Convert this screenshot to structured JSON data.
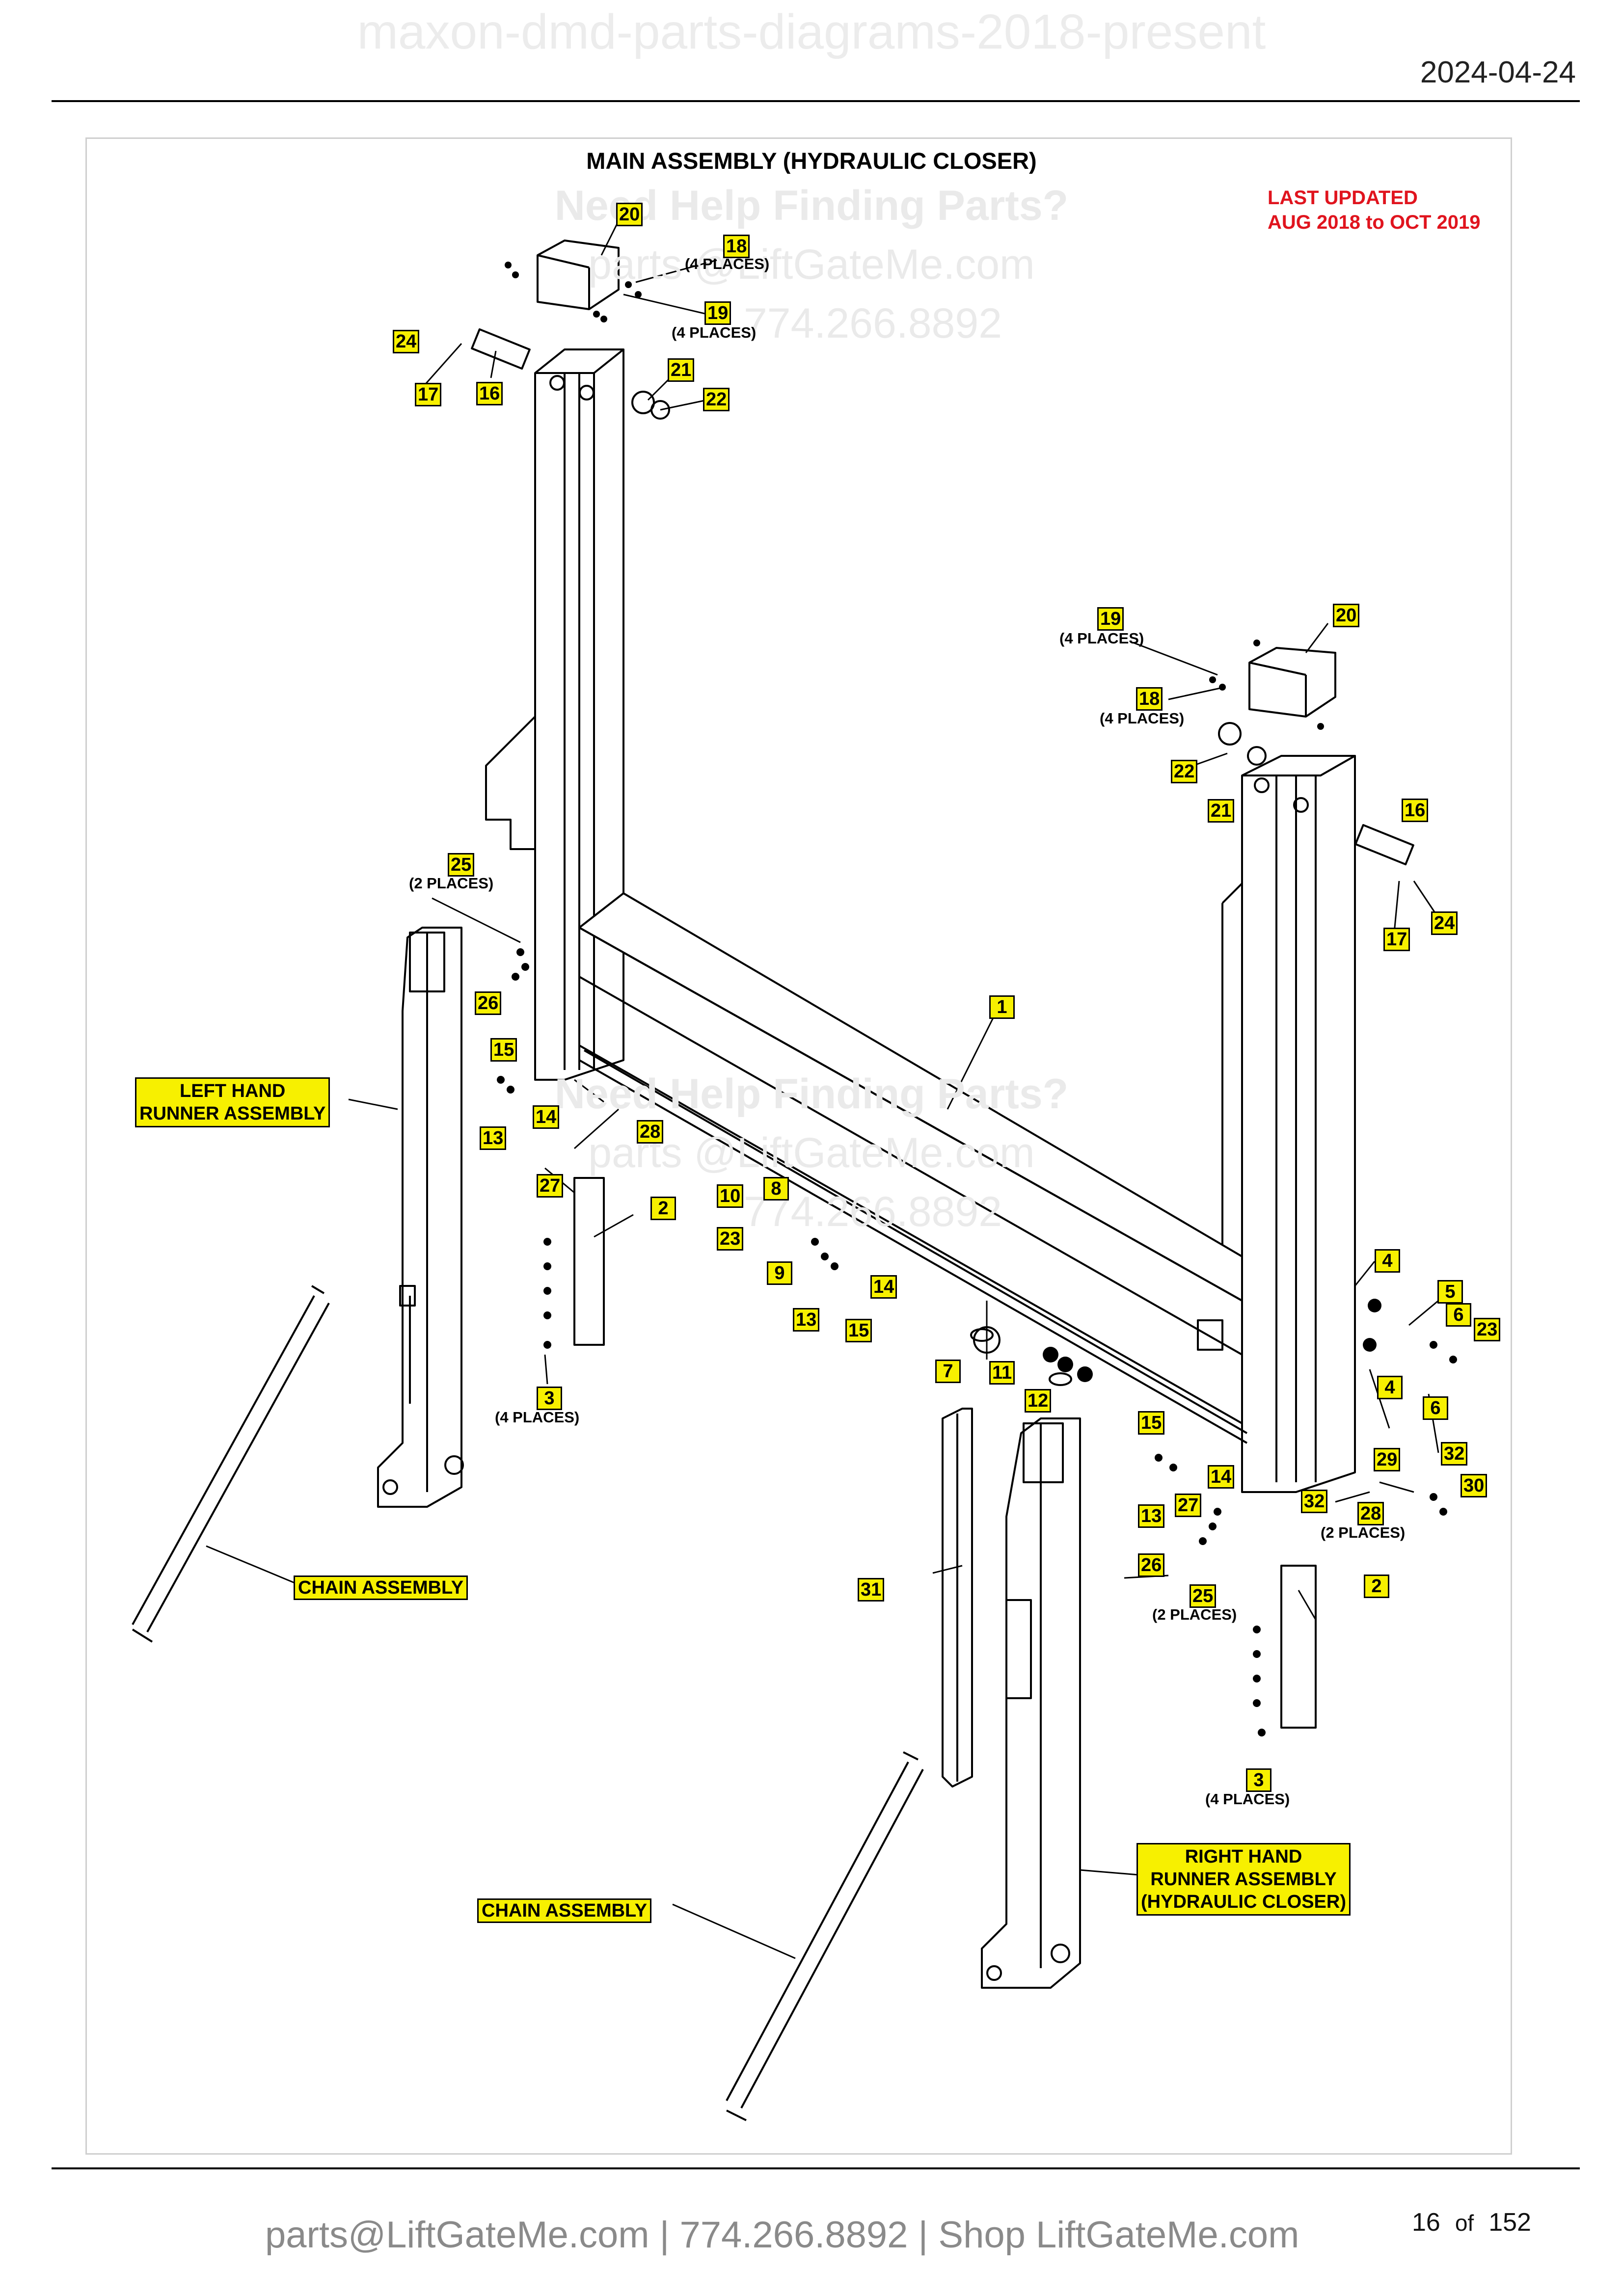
{
  "header": {
    "watermark": "maxon-dmd-parts-diagrams-2018-present",
    "date": "2024-04-24"
  },
  "diagram": {
    "title": "MAIN ASSEMBLY (HYDRAULIC CLOSER)",
    "last_updated": [
      "LAST UPDATED",
      "AUG 2018 to OCT 2019"
    ],
    "watermarks": {
      "help_heading": "Need Help Finding Parts?",
      "email": "parts @LiftGateMe.com",
      "phone": "774.266.8892"
    },
    "labels": {
      "left_runner": [
        "LEFT HAND",
        "RUNNER ASSEMBLY"
      ],
      "right_runner": [
        "RIGHT HAND",
        "RUNNER ASSEMBLY",
        "(HYDRAULIC CLOSER)"
      ],
      "chain": "CHAIN ASSEMBLY"
    },
    "callouts": [
      {
        "n": "20"
      },
      {
        "n": "18",
        "note": "(4 PLACES)"
      },
      {
        "n": "19",
        "note": "(4 PLACES)"
      },
      {
        "n": "24"
      },
      {
        "n": "17"
      },
      {
        "n": "16"
      },
      {
        "n": "21"
      },
      {
        "n": "22"
      },
      {
        "n": "19",
        "note": "(4 PLACES)"
      },
      {
        "n": "20"
      },
      {
        "n": "18",
        "note": "(4 PLACES)"
      },
      {
        "n": "22"
      },
      {
        "n": "21"
      },
      {
        "n": "16"
      },
      {
        "n": "17"
      },
      {
        "n": "24"
      },
      {
        "n": "25",
        "note": "(2 PLACES)"
      },
      {
        "n": "26"
      },
      {
        "n": "1"
      },
      {
        "n": "15"
      },
      {
        "n": "13"
      },
      {
        "n": "14"
      },
      {
        "n": "28"
      },
      {
        "n": "27"
      },
      {
        "n": "2"
      },
      {
        "n": "10"
      },
      {
        "n": "8"
      },
      {
        "n": "23"
      },
      {
        "n": "9"
      },
      {
        "n": "14"
      },
      {
        "n": "13"
      },
      {
        "n": "15"
      },
      {
        "n": "3",
        "note": "(4 PLACES)"
      },
      {
        "n": "7"
      },
      {
        "n": "11"
      },
      {
        "n": "12"
      },
      {
        "n": "4"
      },
      {
        "n": "5"
      },
      {
        "n": "6"
      },
      {
        "n": "23"
      },
      {
        "n": "4"
      },
      {
        "n": "6"
      },
      {
        "n": "15"
      },
      {
        "n": "14"
      },
      {
        "n": "29"
      },
      {
        "n": "32"
      },
      {
        "n": "13"
      },
      {
        "n": "27"
      },
      {
        "n": "32"
      },
      {
        "n": "28",
        "note": "(2 PLACES)"
      },
      {
        "n": "30"
      },
      {
        "n": "26"
      },
      {
        "n": "25",
        "note": "(2 PLACES)"
      },
      {
        "n": "31"
      },
      {
        "n": "2"
      },
      {
        "n": "3",
        "note": "(4 PLACES)"
      }
    ]
  },
  "footer": {
    "contact": "parts@LiftGateMe.com | 774.266.8892 | Shop LiftGateMe.com",
    "page": "16",
    "of": "of",
    "total": "152"
  },
  "colors": {
    "callout_fill": "#f7f000",
    "last_updated_red": "#e0141e",
    "watermark_gray": "#eaeaea"
  }
}
